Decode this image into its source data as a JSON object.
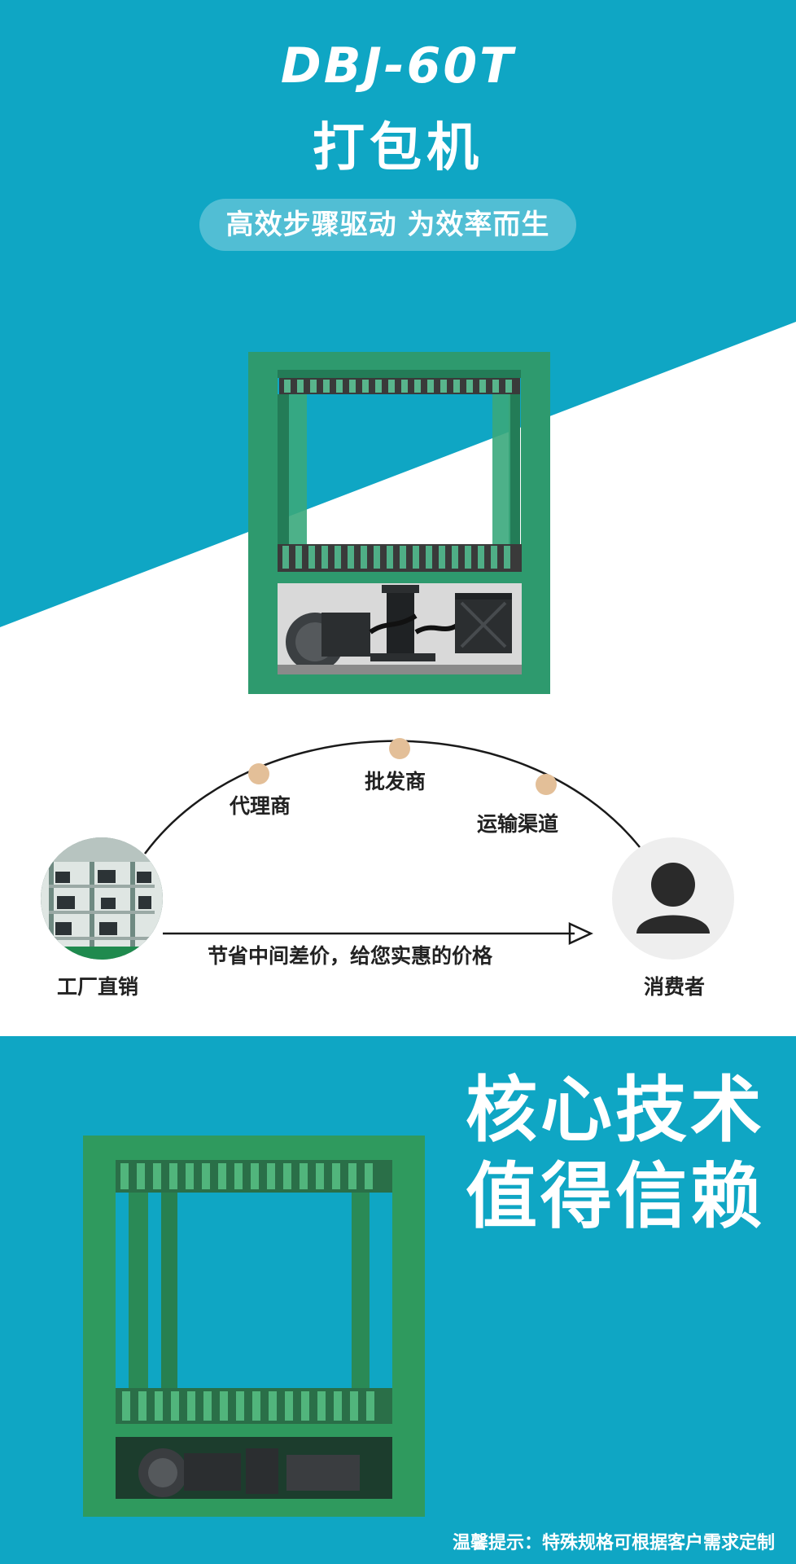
{
  "hero": {
    "model": "DBJ-60T",
    "product_name": "打包机",
    "tagline": "高效步骤驱动 为效率而生"
  },
  "distribution": {
    "factory_label": "工厂直销",
    "consumer_label": "消费者",
    "middlemen": [
      "代理商",
      "批发商",
      "运输渠道"
    ],
    "arrow_text": "节省中间差价，给您实惠的价格"
  },
  "core_tech": {
    "line1": "核心技术",
    "line2": "值得信赖",
    "note": "温馨提示：特殊规格可根据客户需求定制"
  },
  "colors": {
    "teal": "#0fa6c4",
    "dot": "#e3bf98",
    "machine_green": "#2e9a6e"
  }
}
